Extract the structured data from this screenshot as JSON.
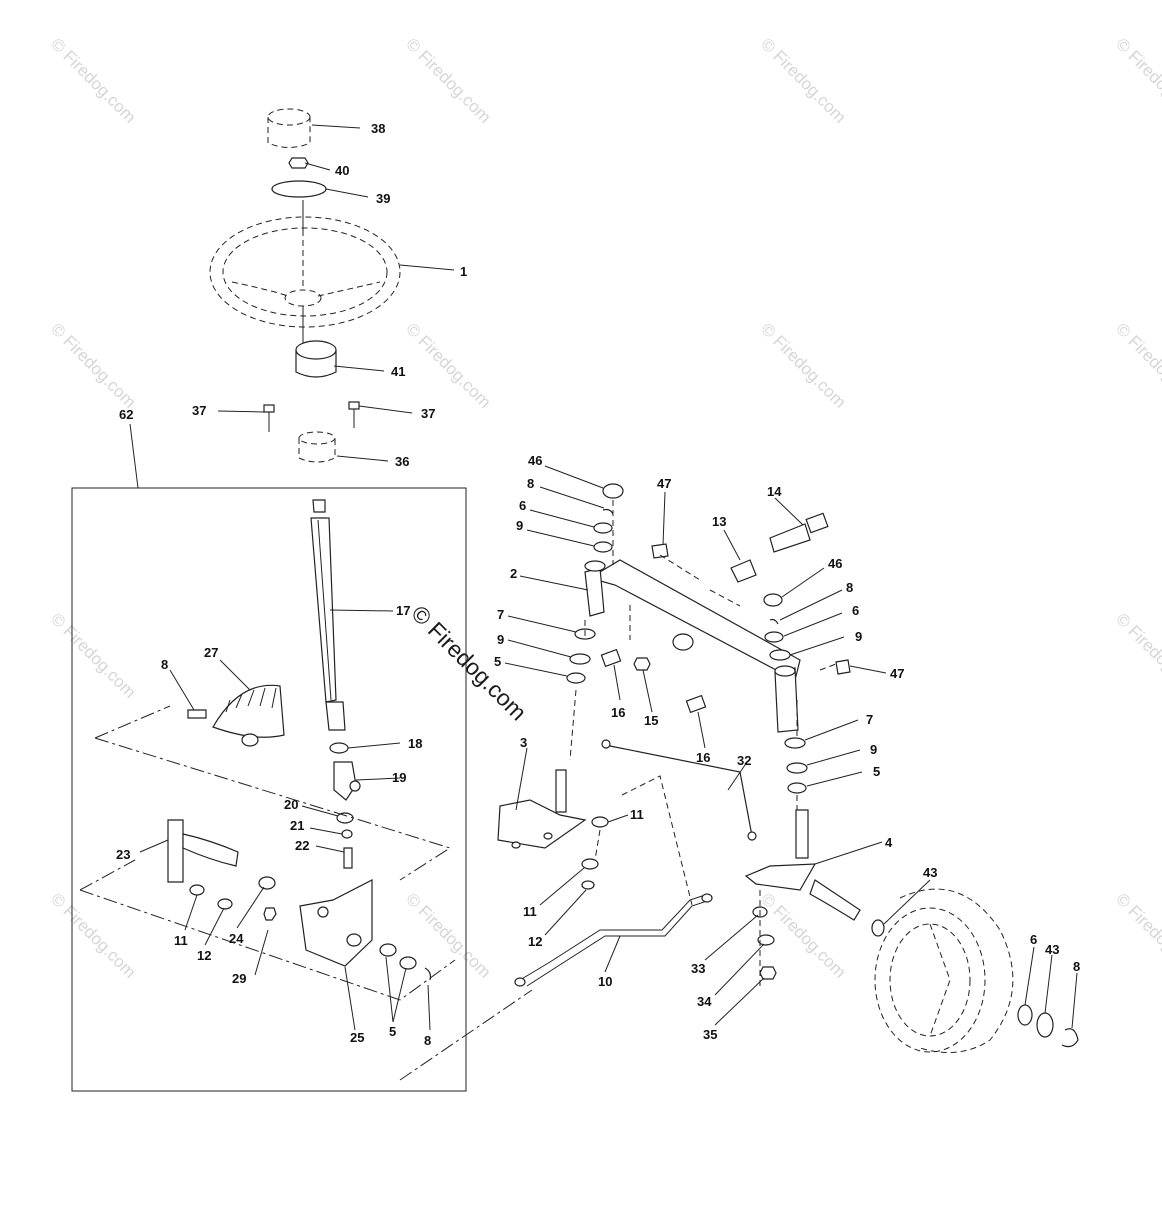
{
  "watermark": {
    "small": "© Firedog.com",
    "large": "© Firedog.com"
  },
  "callouts": [
    {
      "id": "c38",
      "text": "38"
    },
    {
      "id": "c40",
      "text": "40"
    },
    {
      "id": "c39",
      "text": "39"
    },
    {
      "id": "c1",
      "text": "1"
    },
    {
      "id": "c41",
      "text": "41"
    },
    {
      "id": "c62",
      "text": "62"
    },
    {
      "id": "c37a",
      "text": "37"
    },
    {
      "id": "c37b",
      "text": "37"
    },
    {
      "id": "c36",
      "text": "36"
    },
    {
      "id": "c17",
      "text": "17"
    },
    {
      "id": "c27",
      "text": "27"
    },
    {
      "id": "c8a",
      "text": "8"
    },
    {
      "id": "c18",
      "text": "18"
    },
    {
      "id": "c19",
      "text": "19"
    },
    {
      "id": "c20",
      "text": "20"
    },
    {
      "id": "c21",
      "text": "21"
    },
    {
      "id": "c22",
      "text": "22"
    },
    {
      "id": "c23",
      "text": "23"
    },
    {
      "id": "c11a",
      "text": "11"
    },
    {
      "id": "c12a",
      "text": "12"
    },
    {
      "id": "c24",
      "text": "24"
    },
    {
      "id": "c29",
      "text": "29"
    },
    {
      "id": "c25",
      "text": "25"
    },
    {
      "id": "c5a",
      "text": "5"
    },
    {
      "id": "c8b",
      "text": "8"
    },
    {
      "id": "c46a",
      "text": "46"
    },
    {
      "id": "c8c",
      "text": "8"
    },
    {
      "id": "c6a",
      "text": "6"
    },
    {
      "id": "c9a",
      "text": "9"
    },
    {
      "id": "c47a",
      "text": "47"
    },
    {
      "id": "c13",
      "text": "13"
    },
    {
      "id": "c14",
      "text": "14"
    },
    {
      "id": "c2",
      "text": "2"
    },
    {
      "id": "c7a",
      "text": "7"
    },
    {
      "id": "c9b",
      "text": "9"
    },
    {
      "id": "c5b",
      "text": "5"
    },
    {
      "id": "c16a",
      "text": "16"
    },
    {
      "id": "c15",
      "text": "15"
    },
    {
      "id": "c16b",
      "text": "16"
    },
    {
      "id": "c46b",
      "text": "46"
    },
    {
      "id": "c8d",
      "text": "8"
    },
    {
      "id": "c6b",
      "text": "6"
    },
    {
      "id": "c9c",
      "text": "9"
    },
    {
      "id": "c47b",
      "text": "47"
    },
    {
      "id": "c7b",
      "text": "7"
    },
    {
      "id": "c9d",
      "text": "9"
    },
    {
      "id": "c5c",
      "text": "5"
    },
    {
      "id": "c3",
      "text": "3"
    },
    {
      "id": "c32",
      "text": "32"
    },
    {
      "id": "c11b",
      "text": "11"
    },
    {
      "id": "c11c",
      "text": "11"
    },
    {
      "id": "c12b",
      "text": "12"
    },
    {
      "id": "c4",
      "text": "4"
    },
    {
      "id": "c43a",
      "text": "43"
    },
    {
      "id": "c33",
      "text": "33"
    },
    {
      "id": "c34",
      "text": "34"
    },
    {
      "id": "c35",
      "text": "35"
    },
    {
      "id": "c10",
      "text": "10"
    },
    {
      "id": "c6c",
      "text": "6"
    },
    {
      "id": "c43b",
      "text": "43"
    },
    {
      "id": "c8e",
      "text": "8"
    }
  ]
}
